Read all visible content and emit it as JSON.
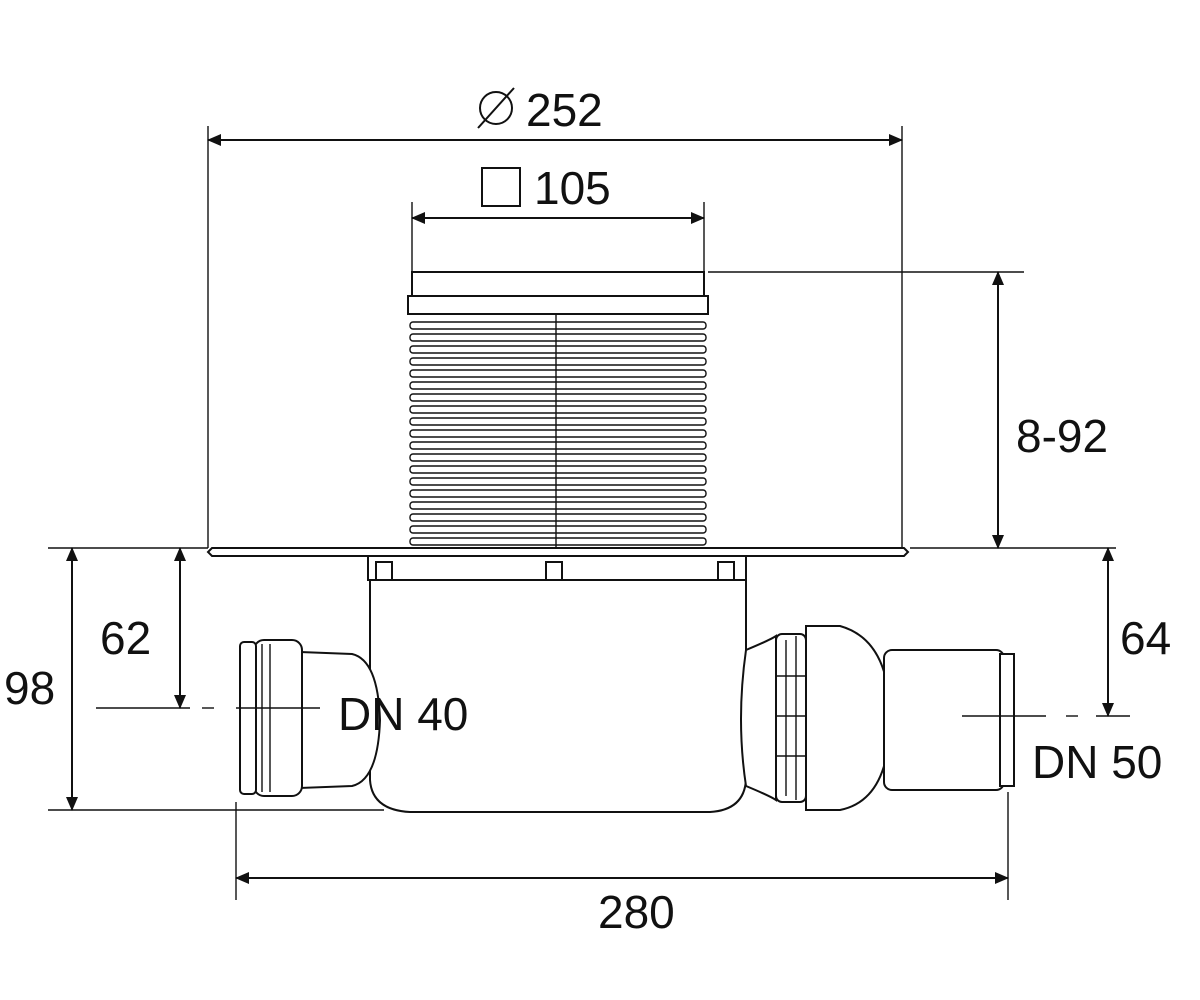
{
  "colors": {
    "ink": "#111111",
    "background": "#ffffff"
  },
  "dimensions": {
    "outer_diameter": "252",
    "frame_size": "105",
    "height_adjust": "8-92",
    "outlet_height_left": "62",
    "total_height": "98",
    "outlet_height_right": "64",
    "total_length": "280"
  },
  "labels": {
    "outlet_left": "DN 40",
    "outlet_right": "DN 50"
  },
  "symbols": {
    "diameter": "diameter-symbol-icon",
    "square": "square-symbol-icon"
  }
}
